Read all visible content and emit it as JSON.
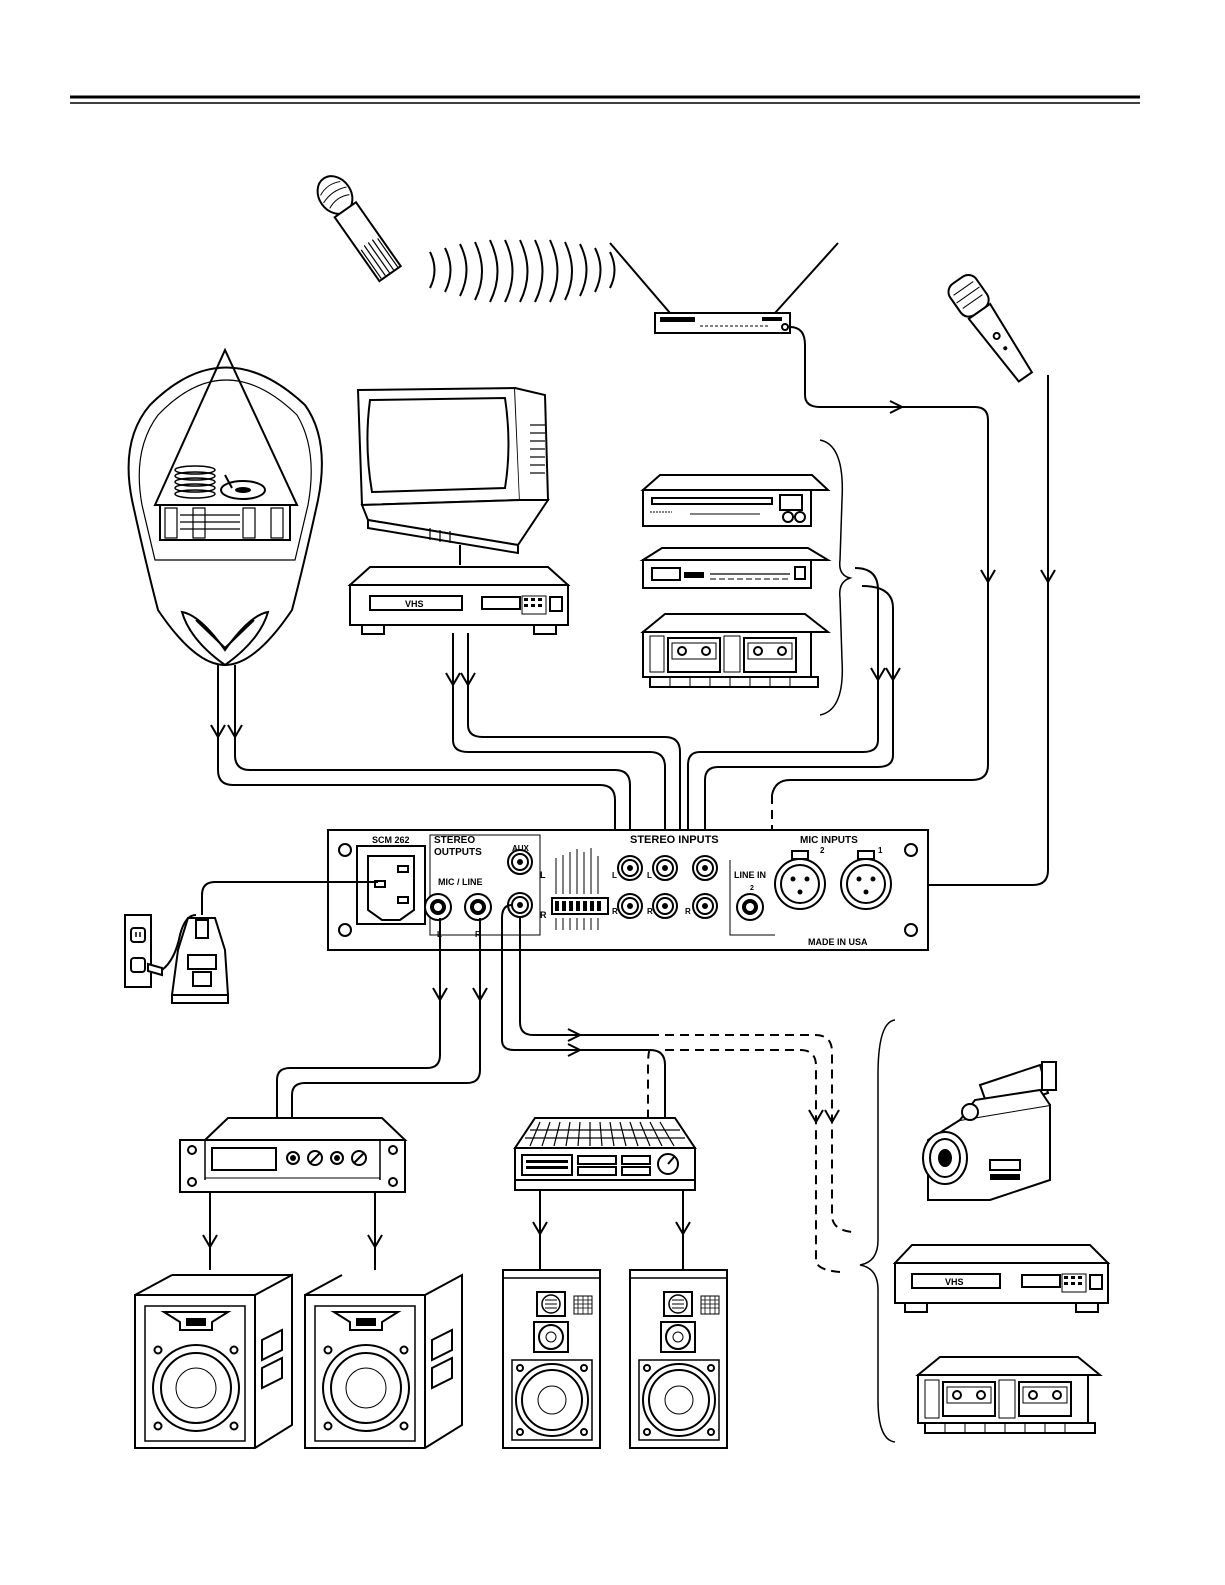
{
  "panel": {
    "model": "SCM 262",
    "stereo_outputs_l1": "STEREO",
    "stereo_outputs_l2": "OUTPUTS",
    "mic_line": "MIC / LINE",
    "aux": "AUX",
    "stereo_inputs": "STEREO INPUTS",
    "mic_inputs": "MIC INPUTS",
    "line_in": "LINE IN",
    "made_in": "MADE IN USA",
    "label_l": "L",
    "label_r": "R",
    "ch1": "1",
    "ch2": "2"
  },
  "devices": {
    "vcr_top": "VHS",
    "vcr_bottom": "VHS"
  },
  "icons": [
    "wireless-microphone",
    "wireless-receiver",
    "wired-microphone",
    "jukebox",
    "television",
    "vcr",
    "cd-player",
    "tuner",
    "cassette-deck",
    "power-outlet",
    "power-supply",
    "power-amplifier",
    "stereo-receiver",
    "loudspeaker",
    "camcorder",
    "bracket"
  ]
}
